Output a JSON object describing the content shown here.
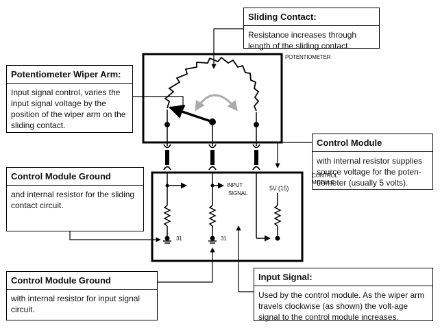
{
  "callouts": {
    "sliding_contact": {
      "title": "Sliding Contact:",
      "body": "Resistance increases through length of the sliding contact."
    },
    "wiper_arm": {
      "title": "Potentiometer Wiper Arm:",
      "body": "Input signal control, varies the input signal voltage by the position of the wiper arm on the sliding contact."
    },
    "control_module": {
      "title": "Control Module",
      "body": "with internal resistor supplies source voltage for the poten-tiometer (usually 5 volts)."
    },
    "cm_ground_1": {
      "title": "Control Module Ground",
      "body": "and internal resistor for the sliding contact circuit."
    },
    "cm_ground_2": {
      "title": "Control Module Ground",
      "body": "with internal resistor for input signal circuit."
    },
    "input_signal": {
      "title": "Input Signal:",
      "body": "Used by the control module. As the wiper arm travels clockwise (as shown) the volt-age signal to the control module increases."
    }
  },
  "labels": {
    "potentiometer": "POTENTIOMETER",
    "control": "CONTROL",
    "module": "MODULE",
    "input": "INPUT",
    "signal": "SIGNAL",
    "five_v": "5V (15)",
    "ground_left": "31",
    "ground_mid": "31"
  }
}
